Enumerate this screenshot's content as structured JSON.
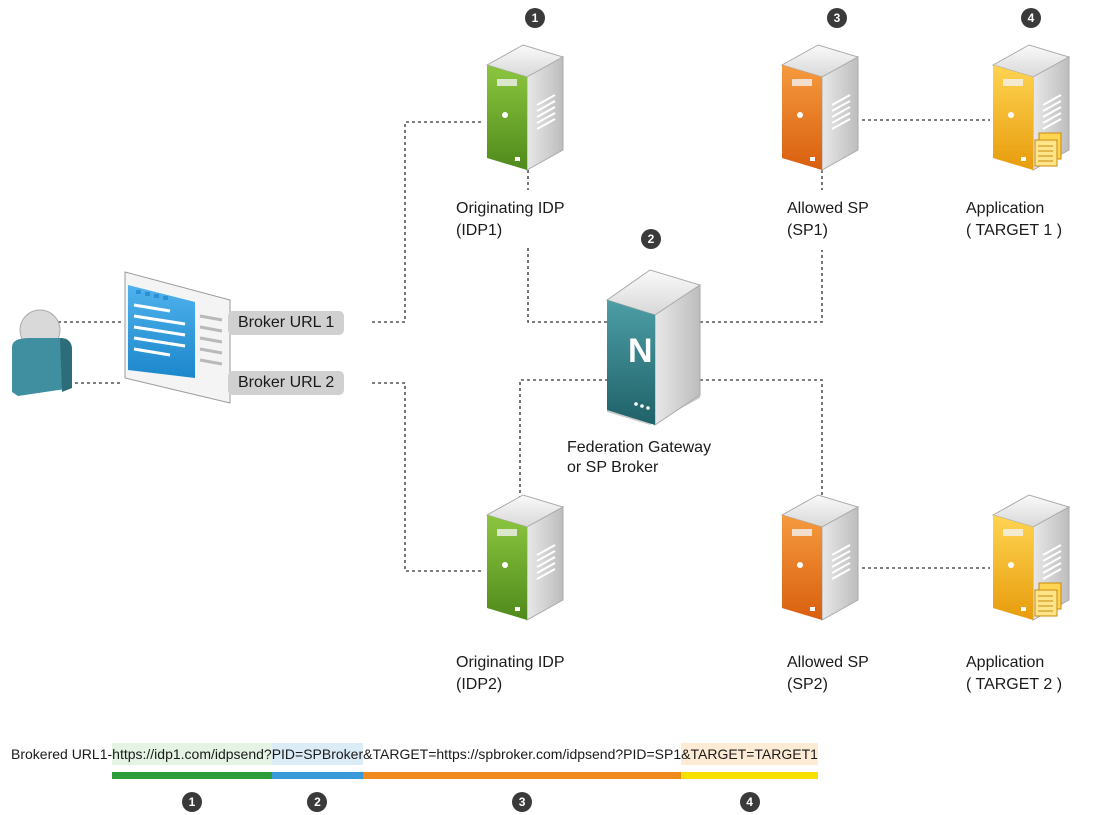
{
  "nodes": {
    "idp1": {
      "line1": "Originating IDP",
      "line2": "(IDP1)",
      "badge": "1",
      "color": "green"
    },
    "idp2": {
      "line1": "Originating IDP",
      "line2": "(IDP2)",
      "color": "green"
    },
    "sp1": {
      "line1": "Allowed SP",
      "line2": "(SP1)",
      "badge": "3",
      "color": "orange"
    },
    "sp2": {
      "line1": "Allowed SP",
      "line2": "(SP2)",
      "color": "orange"
    },
    "app1": {
      "line1": "Application",
      "line2": "( TARGET 1 )",
      "badge": "4",
      "color": "yellow"
    },
    "app2": {
      "line1": "Application",
      "line2": "( TARGET 2 )",
      "color": "yellow"
    },
    "gateway": {
      "line1": "Federation Gateway",
      "line2": "or SP Broker",
      "badge": "2",
      "logo": "N",
      "color": "teal"
    }
  },
  "browser": {
    "links": [
      "Broker URL 1",
      "Broker URL 2"
    ]
  },
  "url_breakdown": {
    "prefix": "Brokered URL1-",
    "segments": [
      {
        "text": "https://idp1.com/idpsend?",
        "badge": "1",
        "color": "#2e9e3a",
        "bg": "#e4f3e4"
      },
      {
        "text": "PID=SPBroker",
        "badge": "2",
        "color": "#3a9ad9",
        "bg": "#dcecf7"
      },
      {
        "text": "&TARGET=https://spbroker.com/idpsend?PID=SP1",
        "badge": "3",
        "color": "#f08a1c",
        "bg": "#ffffff"
      },
      {
        "text": "&TARGET=TARGET1",
        "badge": "4",
        "color": "#f5e000",
        "bg": "#fdebd6"
      }
    ]
  },
  "colors": {
    "green": "#6aae23",
    "orange": "#ee7a1c",
    "yellow": "#f3b51b",
    "teal": "#2f7f86",
    "connector": "#555555",
    "user": "#3f8fa0"
  }
}
